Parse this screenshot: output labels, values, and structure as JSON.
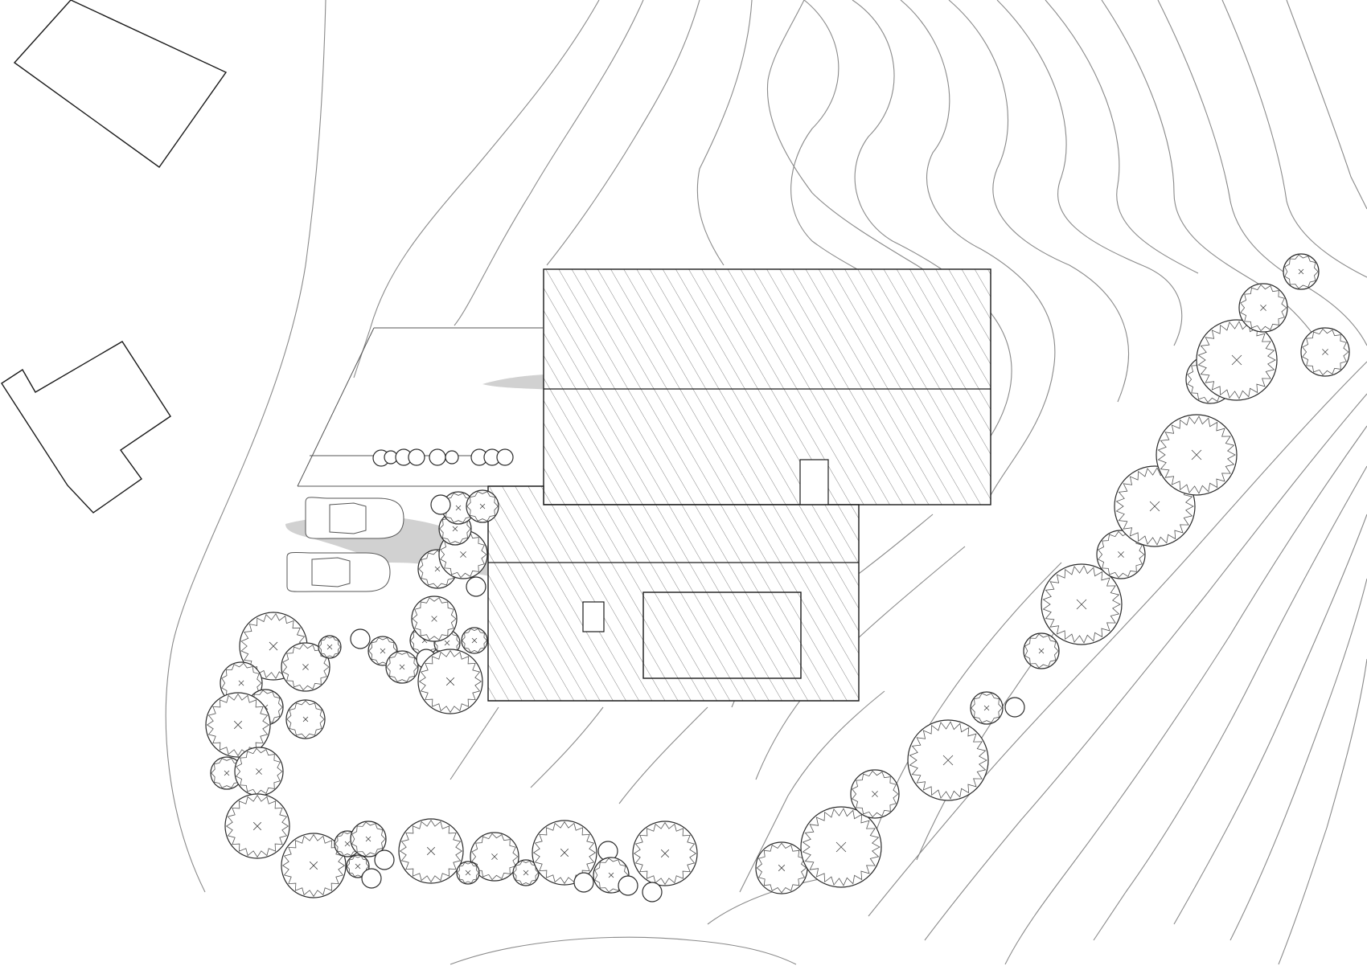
{
  "drawing": {
    "kind": "site plan",
    "colors": {
      "background": "#ffffff",
      "contour": "#8a8a8a",
      "outline": "#1a1a1a",
      "shadow": "#bdbdbd"
    }
  },
  "counts": {
    "neighbor_buildings": 2,
    "cars": 2,
    "main_buildings": 2,
    "chimneys": 2
  }
}
